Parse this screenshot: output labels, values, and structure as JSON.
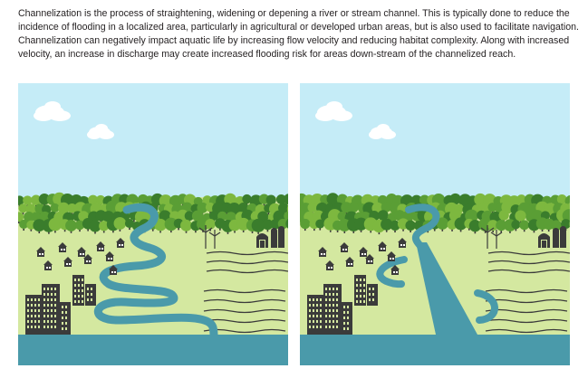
{
  "description_text": "Channelization is the process of straightening, widening or depening a river or stream channel.  This is typically done to reduce the incidence of flooding in a localized area, particularly in agricultural or developed urban areas, but is also used to facilitate navigation.  Channelization can negatively impact aquatic life by increasing flow velocity and reducing habitat complexity.   Along with increased velocity, an increase in discharge may create increased flooding risk for areas down-stream of the channelized reach.",
  "colors": {
    "sky": "#c5ecf7",
    "cloud": "#ffffff",
    "land": "#d4e8a0",
    "river": "#4a9aaa",
    "tree_dark": "#3a7d2c",
    "tree_mid": "#5a9e35",
    "tree_light": "#7db83f",
    "building": "#3b3b3b",
    "water_bottom": "#4a9aaa"
  },
  "panels": [
    {
      "name": "natural-meandering-river",
      "icons": [
        "cloud-icon",
        "tree-icon",
        "house-icon",
        "wind-turbine-icon",
        "barn-icon",
        "silo-icon",
        "office-building-icon",
        "crop-rows-icon"
      ]
    },
    {
      "name": "channelized-river",
      "icons": [
        "cloud-icon",
        "tree-icon",
        "house-icon",
        "wind-turbine-icon",
        "barn-icon",
        "silo-icon",
        "office-building-icon",
        "crop-rows-icon"
      ]
    }
  ]
}
